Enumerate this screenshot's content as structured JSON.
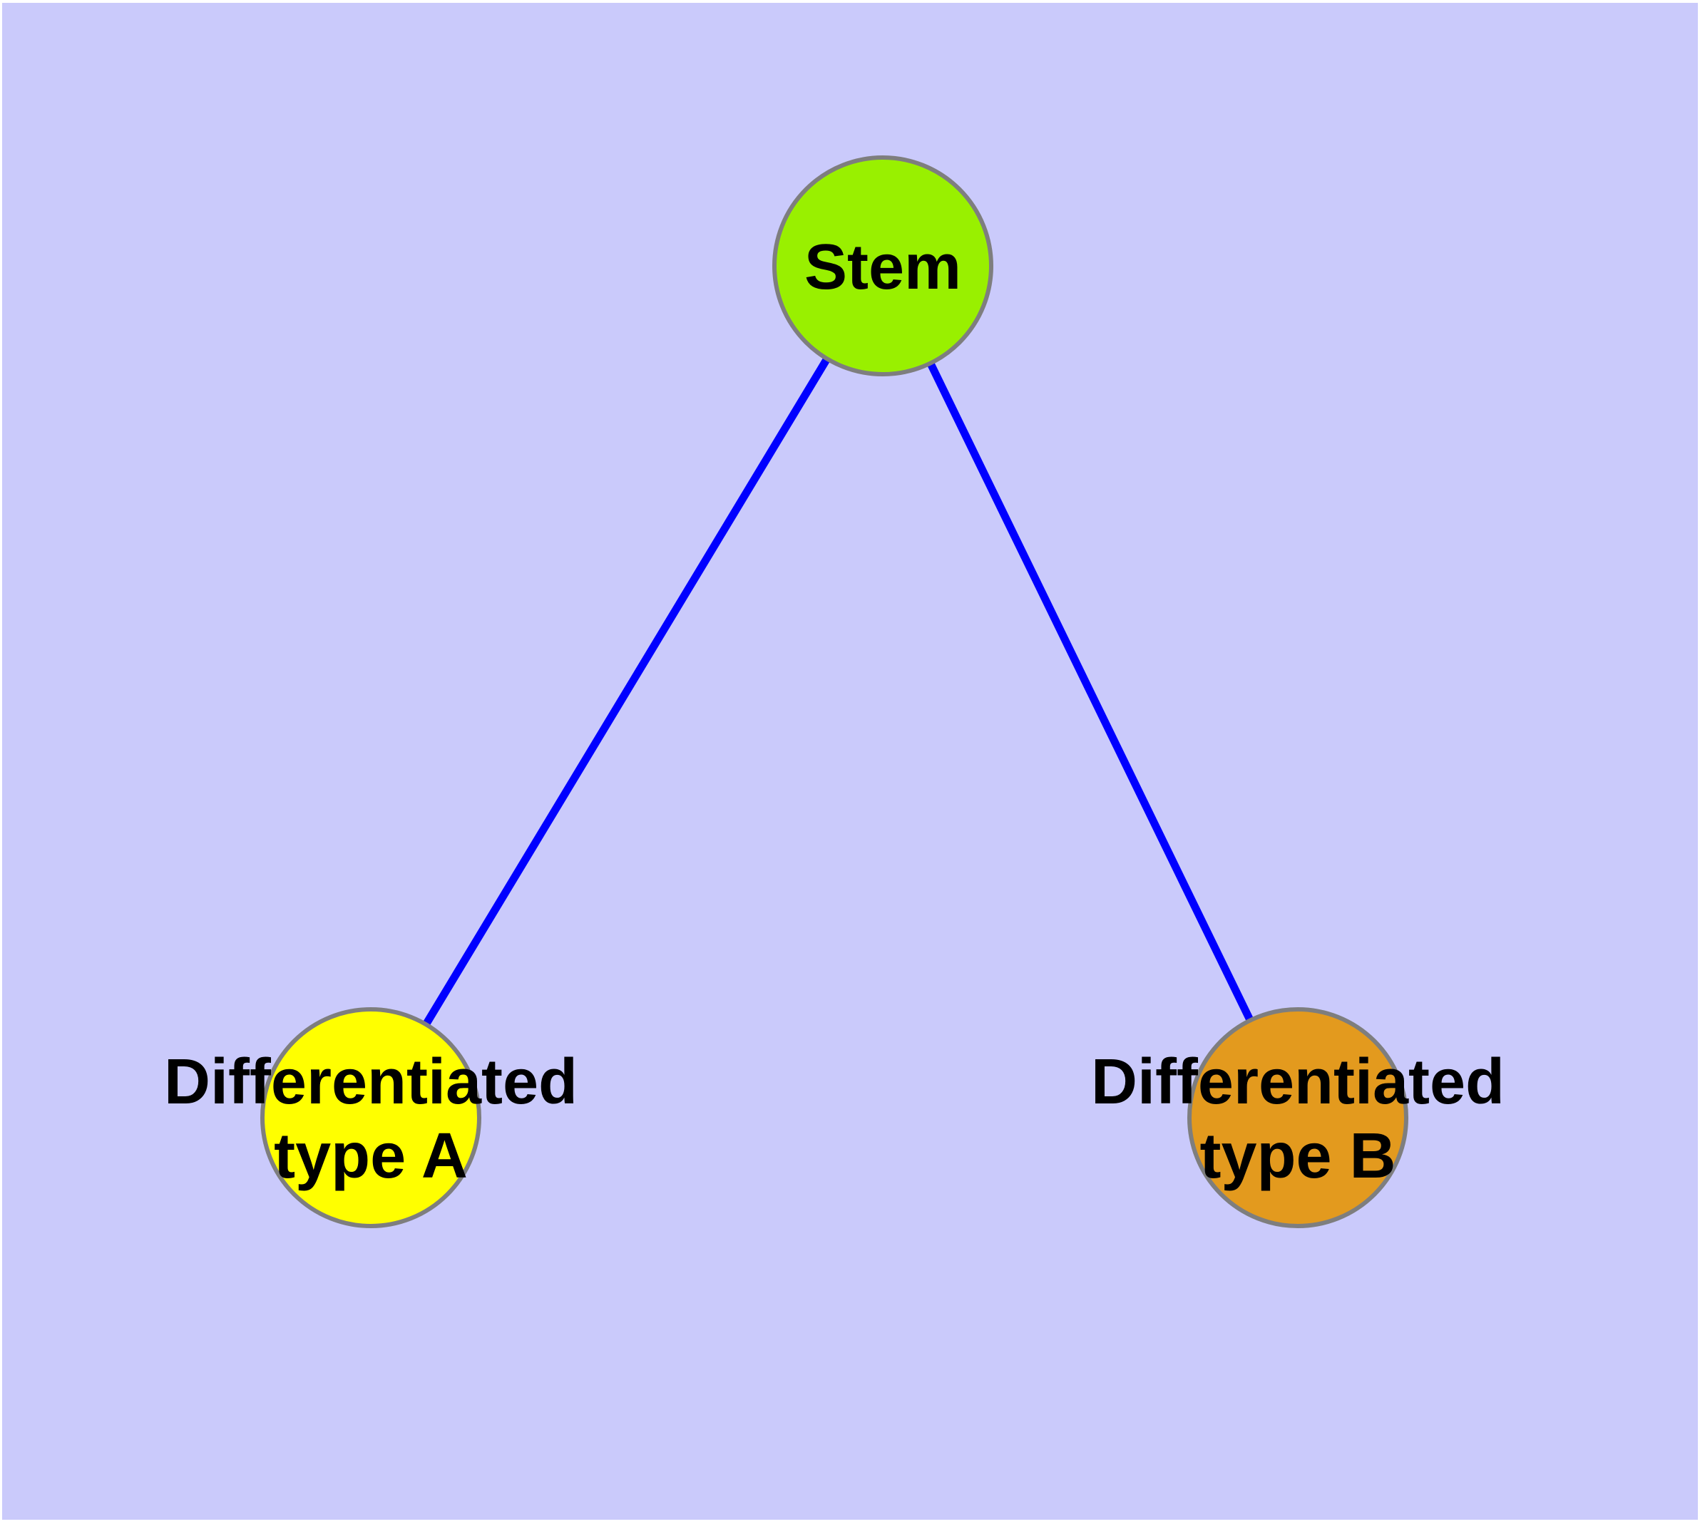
{
  "background": {
    "page_color": "#FFFFFF",
    "canvas_color": "#CACAFB"
  },
  "graph": {
    "type": "node-link-diagram",
    "label_color": "#000000",
    "node_border_color": "#7E7E7E",
    "edge_color": "#0000FF",
    "nodes": [
      {
        "id": "stem",
        "label_lines": [
          "Stem"
        ],
        "fill": "#99F000"
      },
      {
        "id": "type-a",
        "label_lines": [
          "Differentiated",
          "type A"
        ],
        "fill": "#FFFF00"
      },
      {
        "id": "type-b",
        "label_lines": [
          "Differentiated",
          "type B"
        ],
        "fill": "#E39A1E"
      }
    ],
    "edges": [
      {
        "from": "stem",
        "to": "type-a",
        "color": "#0000FF"
      },
      {
        "from": "stem",
        "to": "type-b",
        "color": "#0000FF"
      }
    ]
  }
}
